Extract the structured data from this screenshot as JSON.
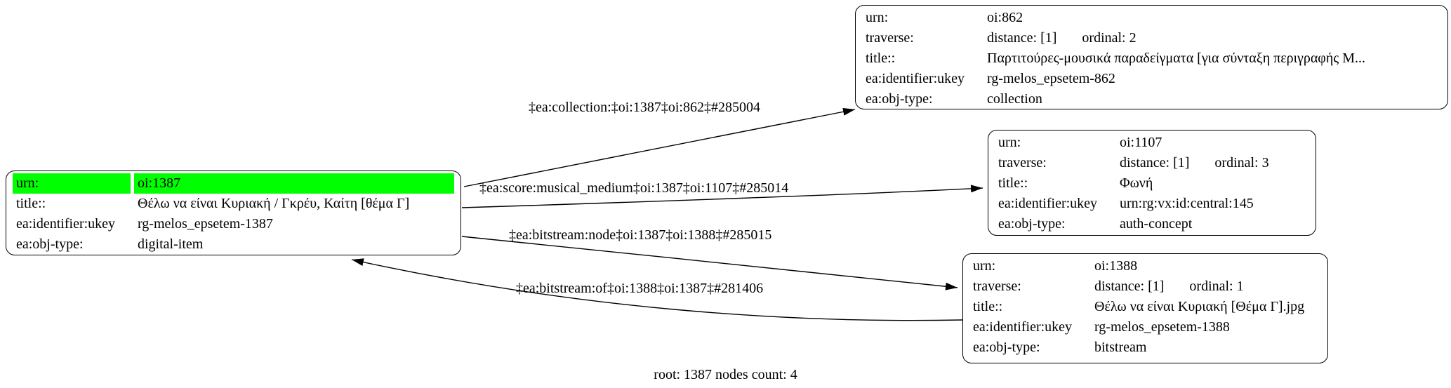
{
  "caption": "root: 1387 nodes count: 4",
  "colors": {
    "highlight": "#00ff00",
    "node_border": "#000000",
    "edge": "#000000",
    "background": "#ffffff"
  },
  "nodes": [
    {
      "id": "oi:1387",
      "rows": [
        {
          "key": "urn:",
          "value": "oi:1387",
          "highlight": true
        },
        {
          "key": "title::",
          "value": "Θέλω να είναι Κυριακή / Γκρέυ, Καίτη [θέμα Γ]"
        },
        {
          "key": "ea:identifier:ukey",
          "value": "rg-melos_epsetem-1387"
        },
        {
          "key": "ea:obj-type:",
          "value": "digital-item"
        }
      ]
    },
    {
      "id": "oi:862",
      "rows": [
        {
          "key": "urn:",
          "value": "oi:862"
        },
        {
          "key": "traverse:",
          "value": "distance: [1]",
          "value2": "ordinal: 2"
        },
        {
          "key": "title::",
          "value": "Παρτιτούρες-μουσικά παραδείγματα [για σύνταξη περιγραφής Μ..."
        },
        {
          "key": "ea:identifier:ukey",
          "value": "rg-melos_epsetem-862"
        },
        {
          "key": "ea:obj-type:",
          "value": "collection"
        }
      ]
    },
    {
      "id": "oi:1107",
      "rows": [
        {
          "key": "urn:",
          "value": "oi:1107"
        },
        {
          "key": "traverse:",
          "value": "distance: [1]",
          "value2": "ordinal: 3"
        },
        {
          "key": "title::",
          "value": "Φωνή"
        },
        {
          "key": "ea:identifier:ukey",
          "value": "urn:rg:vx:id:central:145"
        },
        {
          "key": "ea:obj-type:",
          "value": "auth-concept"
        }
      ]
    },
    {
      "id": "oi:1388",
      "rows": [
        {
          "key": "urn:",
          "value": "oi:1388"
        },
        {
          "key": "traverse:",
          "value": "distance: [1]",
          "value2": "ordinal: 1"
        },
        {
          "key": "title::",
          "value": "Θέλω να είναι Κυριακή [Θέμα Γ].jpg"
        },
        {
          "key": "ea:identifier:ukey",
          "value": "rg-melos_epsetem-1388"
        },
        {
          "key": "ea:obj-type:",
          "value": "bitstream"
        }
      ]
    }
  ],
  "edges": [
    {
      "label": "‡ea:collection:‡oi:1387‡oi:862‡#285004",
      "from": "oi:1387",
      "to": "oi:862"
    },
    {
      "label": "‡ea:score:musical_medium‡oi:1387‡oi:1107‡#285014",
      "from": "oi:1387",
      "to": "oi:1107"
    },
    {
      "label": "‡ea:bitstream:node‡oi:1387‡oi:1388‡#285015",
      "from": "oi:1387",
      "to": "oi:1388"
    },
    {
      "label": "‡ea:bitstream:of‡oi:1388‡oi:1387‡#281406",
      "from": "oi:1388",
      "to": "oi:1387"
    }
  ]
}
